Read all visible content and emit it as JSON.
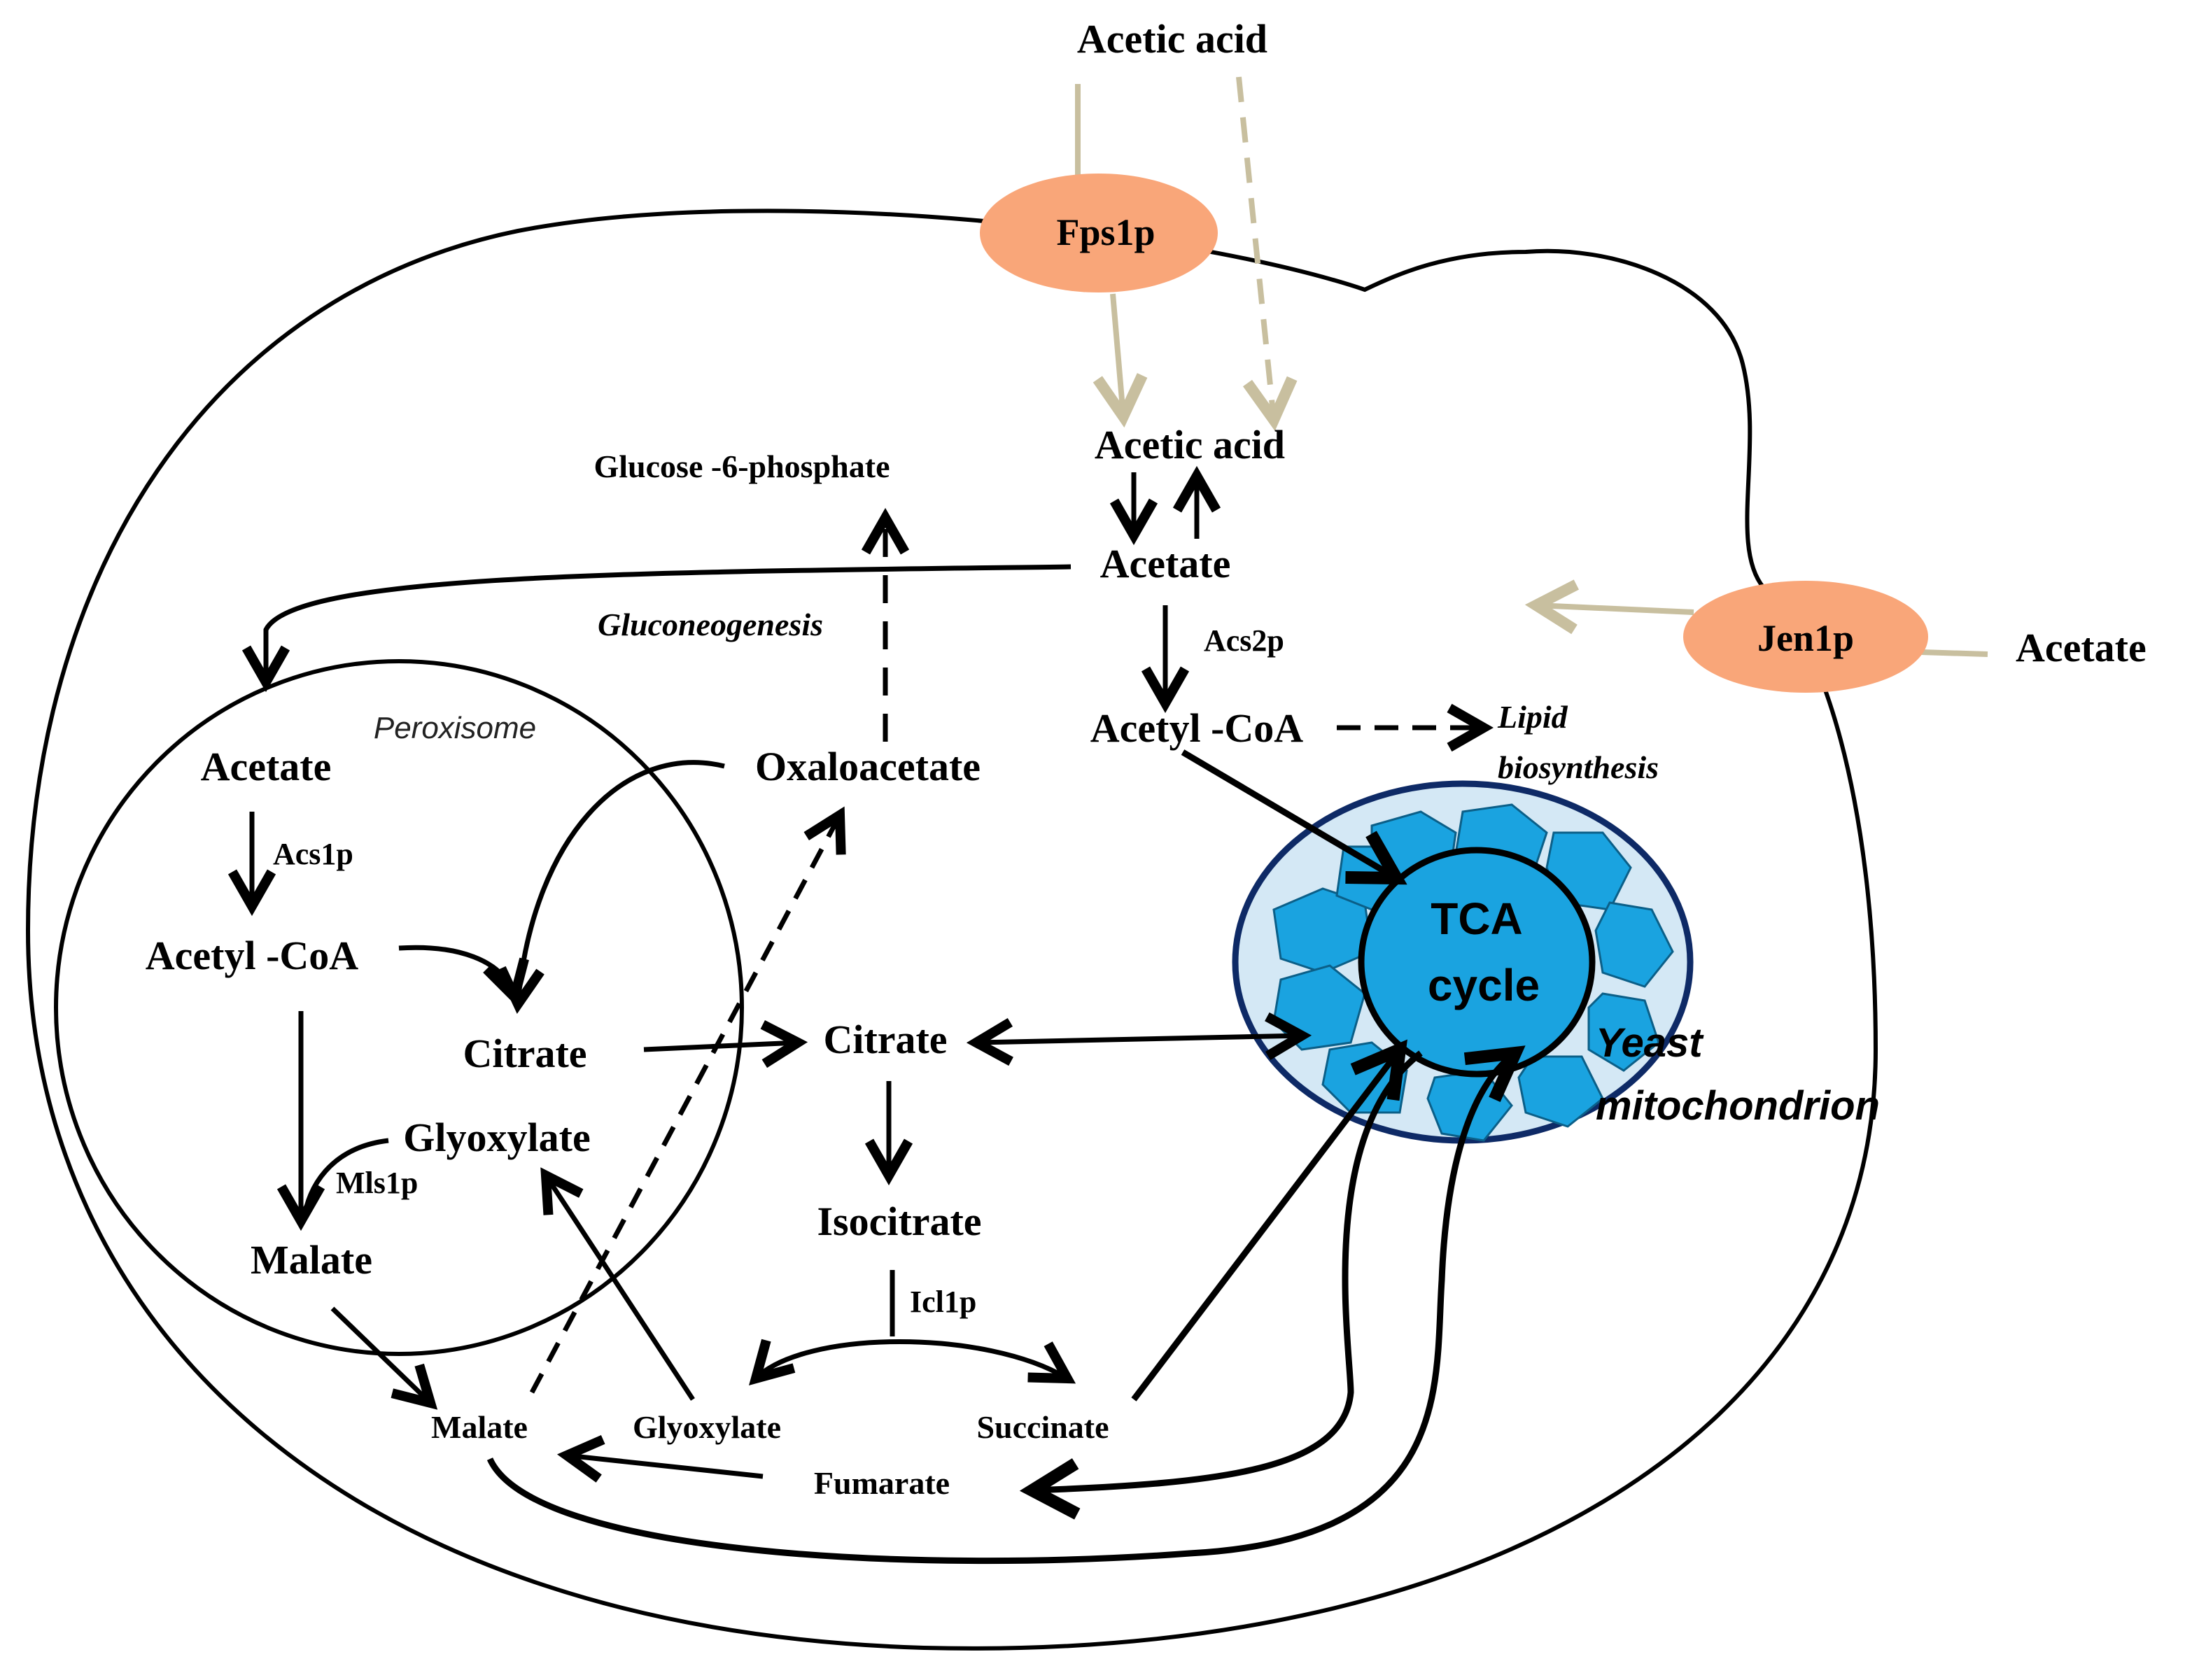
{
  "colors": {
    "transporter": "#f9a679",
    "transport_arrow": "#c8bf9f",
    "mito_outer": "#0e2a66",
    "mito_membrane": "#d4e8f5",
    "mito_cristae": "#1aa3e0",
    "line": "#000000"
  },
  "outside": {
    "acetic_acid": "Acetic acid",
    "acetate": "Acetate"
  },
  "transporters": {
    "fps1p": "Fps1p",
    "jen1p": "Jen1p"
  },
  "cytosol": {
    "acetic_acid": "Acetic acid",
    "acetate": "Acetate",
    "acs2p": "Acs2p",
    "acetyl_coa": "Acetyl -CoA",
    "lipid_1": "Lipid",
    "lipid_2": "biosynthesis",
    "glucose6p": "Glucose  -6-phosphate",
    "gluconeogenesis": "Gluconeogenesis",
    "oxaloacetate": "Oxaloacetate",
    "citrate": "Citrate",
    "isocitrate": "Isocitrate",
    "icl1p": "Icl1p",
    "glyoxylate": "Glyoxylate",
    "succinate": "Succinate",
    "fumarate": "Fumarate",
    "malate": "Malate"
  },
  "peroxisome": {
    "label": "Peroxisome",
    "acetate": "Acetate",
    "acs1p": "Acs1p",
    "acetyl_coa": "Acetyl -CoA",
    "citrate": "Citrate",
    "glyoxylate": "Glyoxylate",
    "mls1p": "Mls1p",
    "malate": "Malate"
  },
  "mitochondrion": {
    "tca_1": "TCA",
    "tca_2": "cycle",
    "label_1": "Yeast",
    "label_2": "mitochondrion"
  }
}
